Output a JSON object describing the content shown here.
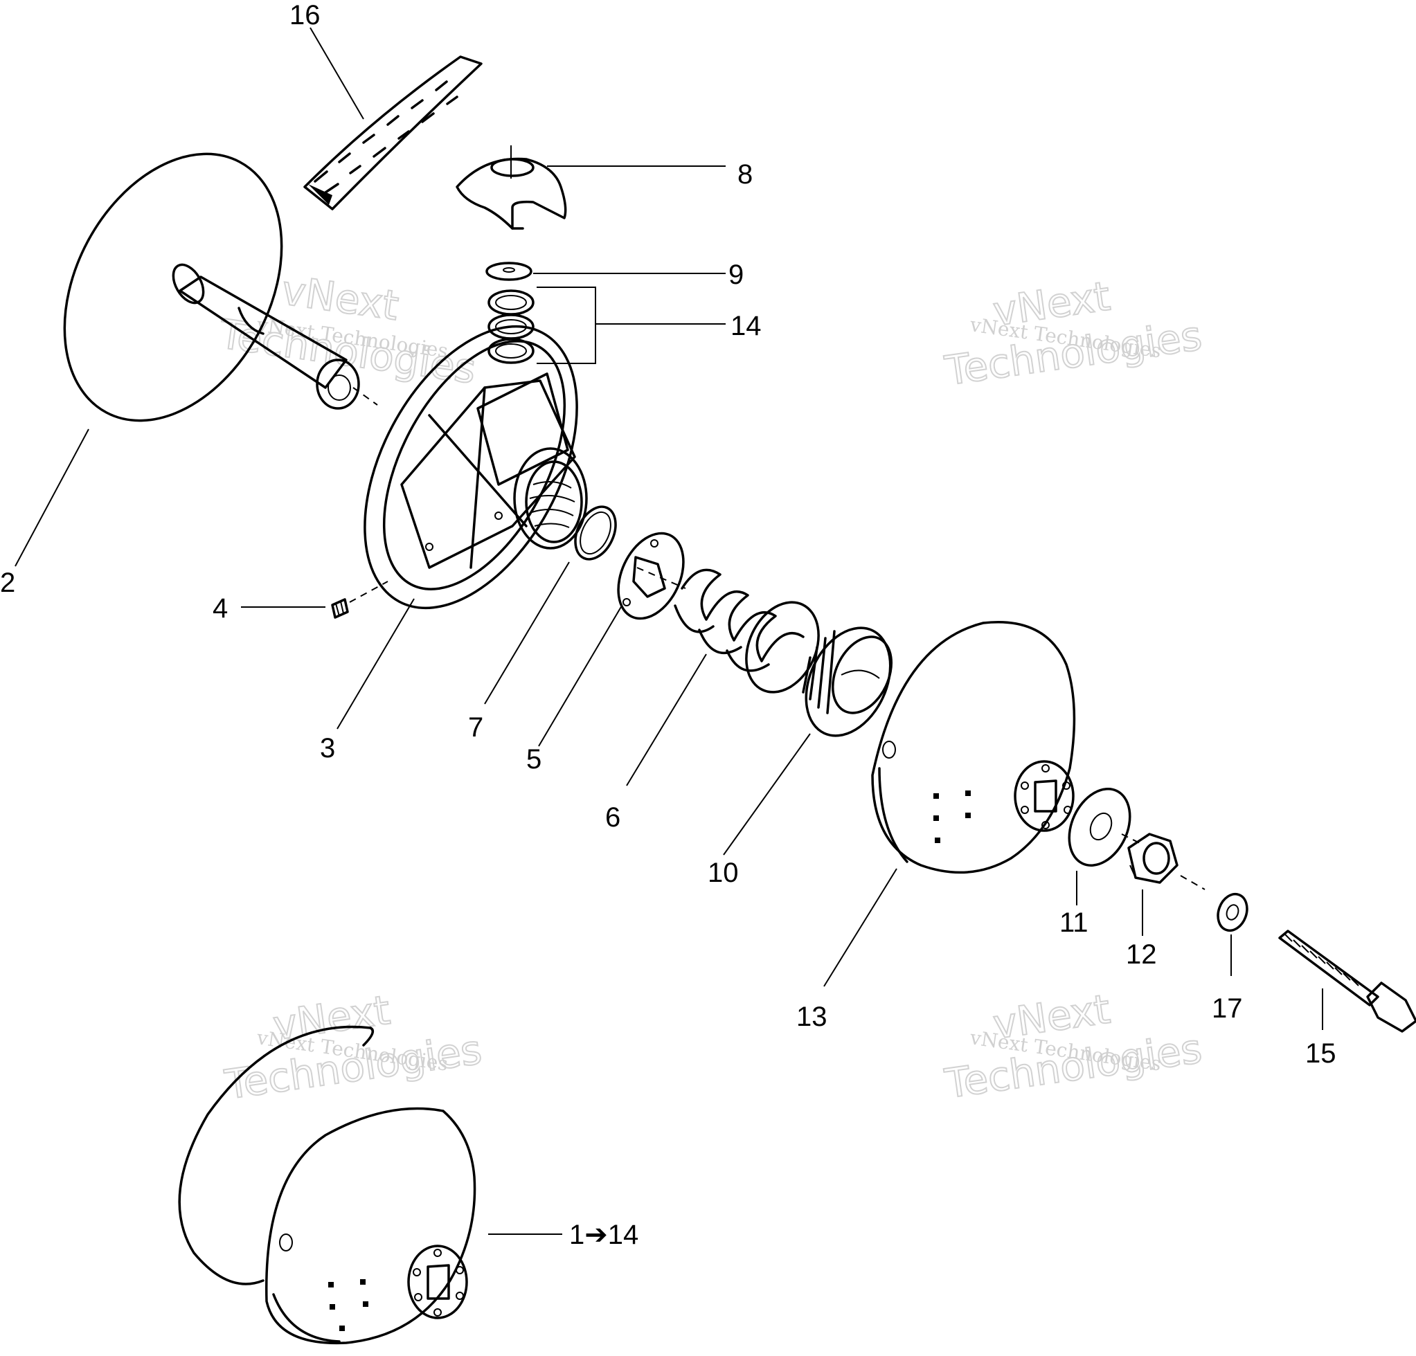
{
  "watermark": {
    "line1": "vNext Technologies",
    "line2a": "vNext",
    "line2b": "Technologies"
  },
  "callouts": {
    "p16": "16",
    "p8": "8",
    "p9": "9",
    "p14": "14",
    "p2": "2",
    "p4": "4",
    "p3": "3",
    "p7": "7",
    "p5": "5",
    "p6": "6",
    "p10": "10",
    "p11": "11",
    "p12": "12",
    "p13": "13",
    "p17": "17",
    "p15": "15",
    "assembly": "1➔14"
  }
}
